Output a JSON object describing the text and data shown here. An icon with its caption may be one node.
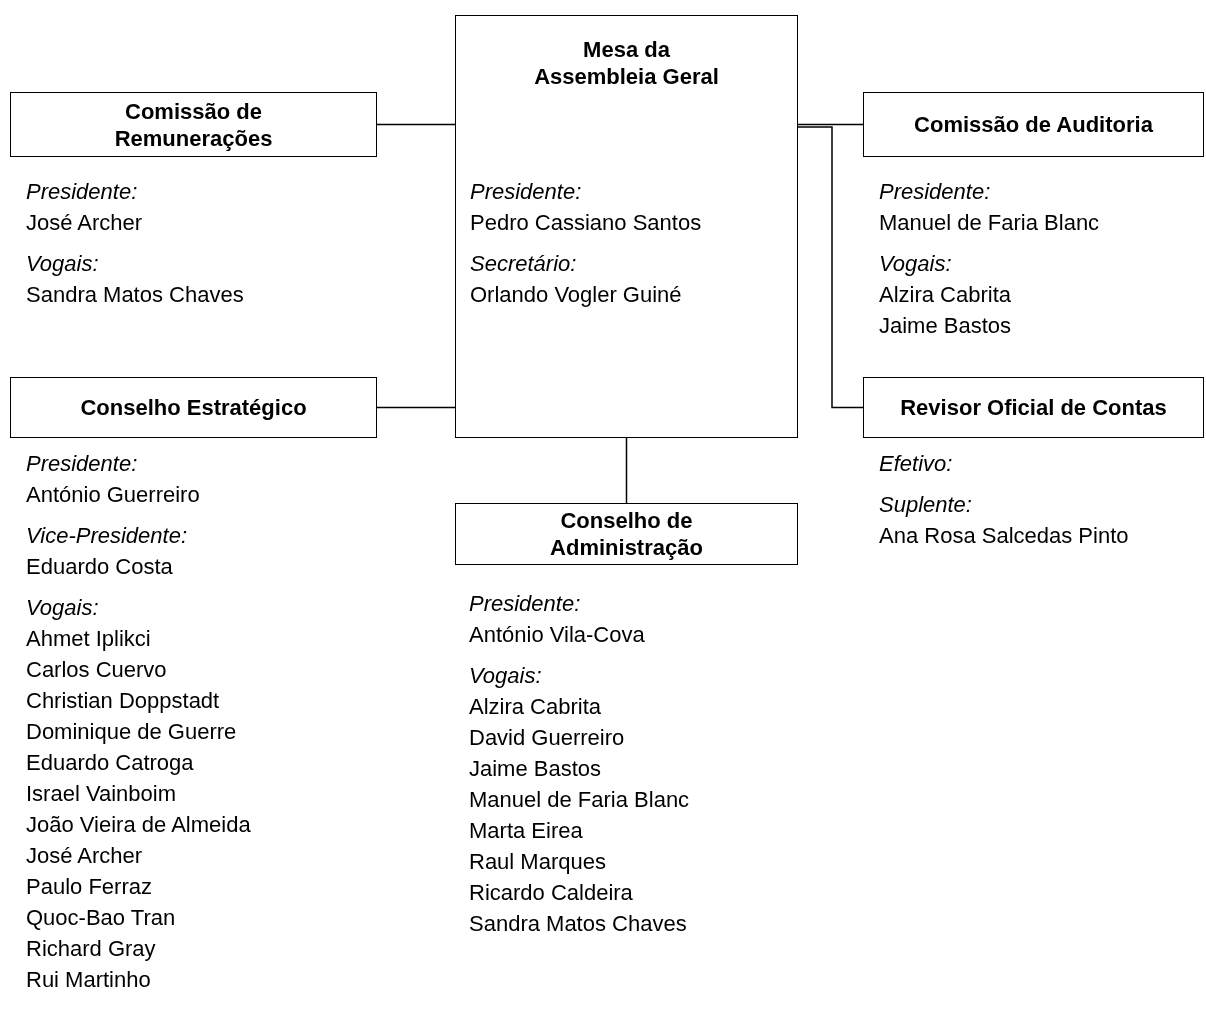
{
  "diagram": {
    "nodes": [
      {
        "text": [
          "Mesa da Assembleia Geral",
          "Presidente:",
          "Pedro Cassiano Santos",
          "Secretário:",
          "Orlando Vogler Guiné"
        ]
      },
      {
        "text": [
          "Comissão de Remunerações"
        ],
        "beside": [
          "Presidente:",
          "José Archer",
          "Vogais:",
          "Sandra Matos Chaves"
        ]
      },
      {
        "text": [
          "Comissão de Auditoria"
        ],
        "beside": [
          "Presidente:",
          "Manuel de Faria Blanc",
          "Vogais:",
          "Alzira Cabrita",
          "Jaime Bastos"
        ]
      },
      {
        "text": [
          "Conselho Estratégico"
        ],
        "beside": [
          "Presidente:",
          "António Guerreiro",
          "Vice-Presidente:",
          "Eduardo Costa",
          "Vogais:",
          "Ahmet Iplikci",
          "Carlos Cuervo",
          "Christian Doppstadt",
          "Dominique de Guerre",
          "Eduardo Catroga",
          "Israel Vainboim",
          "João Vieira de Almeida",
          "José Archer",
          "Paulo Ferraz",
          "Quoc-Bao Tran",
          "Richard Gray",
          "Rui Martinho"
        ]
      },
      {
        "text": [
          "Revisor Oficial de Contas"
        ],
        "beside": [
          "Efetivo:",
          "Suplente:",
          "Ana Rosa Salcedas Pinto"
        ]
      },
      {
        "text": [
          "Conselho de Administração"
        ],
        "beside": [
          "Presidente:",
          "António Vila-Cova",
          "Vogais:",
          "Alzira Cabrita",
          "David Guerreiro",
          "Jaime Bastos",
          "Manuel de Faria Blanc",
          "Marta Eirea",
          "Raul Marques",
          "Ricardo Caldeira",
          "Sandra Matos Chaves"
        ]
      }
    ],
    "edges": [
      {
        "from": 1,
        "to": 0,
        "arrow": "none"
      },
      {
        "from": 3,
        "to": 0,
        "arrow": "none"
      },
      {
        "from": 0,
        "to": 2,
        "arrow": "none"
      },
      {
        "from": 0,
        "to": 4,
        "arrow": "none"
      },
      {
        "from": 0,
        "to": 5,
        "arrow": "none"
      }
    ]
  }
}
